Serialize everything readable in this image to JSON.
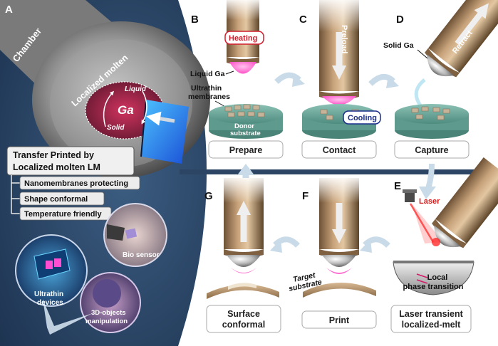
{
  "panels": {
    "A": {
      "letter": "A",
      "chamber": "Chamber",
      "localized_molten": "Localized molten",
      "liquid": "Liquid",
      "ga": "Ga",
      "solid": "Solid",
      "title_line1": "Transfer Printed by",
      "title_line2": "Localized molten LM",
      "features": [
        "Nanomembranes protecting",
        "Shape conformal",
        "Temperature friendly"
      ],
      "bio_sensor": "Bio sensor",
      "ultrathin_devices": "Ultrathin\ndevices",
      "objects_3d": "3D-objects\nmanipulation"
    },
    "B": {
      "letter": "B",
      "heating": "Heating",
      "liquid_ga": "Liquid Ga",
      "membranes_line1": "Ultrathin",
      "membranes_line2": "membranes",
      "substrate_line1": "Donor",
      "substrate_line2": "substrate",
      "caption": "Prepare"
    },
    "C": {
      "letter": "C",
      "preload": "Preload",
      "cooling": "Cooling",
      "caption": "Contact"
    },
    "D": {
      "letter": "D",
      "solid_ga": "Solid Ga",
      "retract": "Retract",
      "caption": "Capture"
    },
    "E": {
      "letter": "E",
      "laser": "Laser",
      "local_line1": "Local",
      "local_line2": "phase transition",
      "caption_line1": "Laser transient",
      "caption_line2": "localized-melt"
    },
    "F": {
      "letter": "F",
      "target_line1": "Target",
      "target_line2": "substrate",
      "caption": "Print"
    },
    "G": {
      "letter": "G",
      "caption_line1": "Surface",
      "caption_line2": "conformal"
    }
  },
  "colors": {
    "left_panel": "#2e4a6a",
    "rod": "#a88660",
    "gallium_pink": "#ff6bd0",
    "substrate_teal": "#6aa89c",
    "arrow": "#c9dbe8",
    "heating": "#d11e2e",
    "cooling": "#1a2d8a",
    "laser": "#d81b1b"
  }
}
